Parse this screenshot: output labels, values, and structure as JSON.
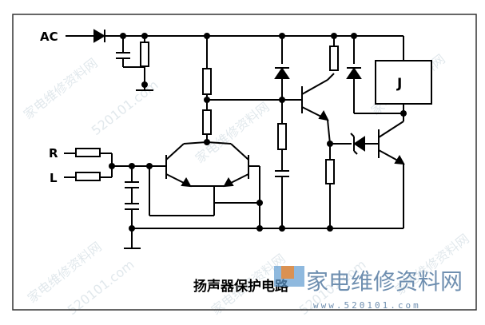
{
  "title": "扬声器保护电路",
  "labels": {
    "ac": "AC",
    "r": "R",
    "l": "L",
    "relay": "J"
  },
  "logo": {
    "name": "家电维修资料网",
    "url": "www.520101.com"
  },
  "watermark": {
    "text": "家电维修资料网",
    "url": "520101.com"
  }
}
